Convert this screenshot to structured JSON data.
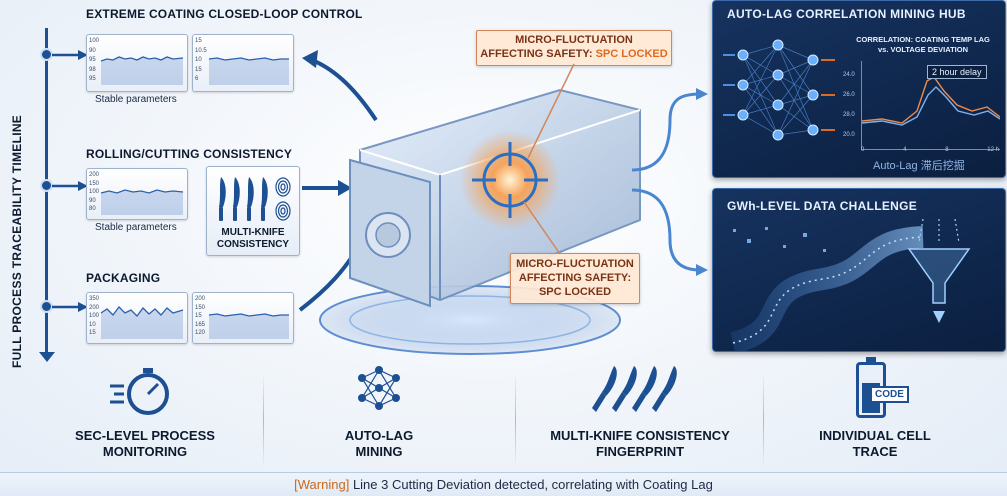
{
  "timeline": {
    "label": "FULL PROCESS TRACEABILITY TIMELINE"
  },
  "stages": {
    "coating": {
      "title": "EXTREME COATING CLOSED-LOOP CONTROL",
      "caption": "Stable parameters",
      "chart1_ticks": [
        "100",
        "90",
        "95",
        "98",
        "95"
      ],
      "chart2_ticks": [
        "15",
        "10.5",
        "10",
        "15",
        "6"
      ]
    },
    "rolling": {
      "title": "ROLLING/CUTTING CONSISTENCY",
      "caption": "Stable parameters",
      "chart_ticks": [
        "200",
        "150",
        "100",
        "90",
        "80"
      ],
      "knife_label": "MULTI-KNIFE CONSISTENCY"
    },
    "packaging": {
      "title": "PACKAGING",
      "chart1_ticks": [
        "350",
        "200",
        "100",
        "10",
        "15"
      ],
      "chart2_ticks": [
        "200",
        "150",
        "15",
        "165",
        "120"
      ]
    }
  },
  "callouts": {
    "top_line1": "MICRO-FLUCTUATION",
    "top_line2": "AFFECTING SAFETY:",
    "top_highlight": "SPC LOCKED",
    "bottom_line1": "MICRO-FLUCTUATION",
    "bottom_line2": "AFFECTING SAFETY:",
    "bottom_line3": "SPC LOCKED"
  },
  "panels": {
    "autolag": {
      "title": "AUTO-LAG CORRELATION MINING HUB",
      "chart_title1": "CORRELATION: COATING TEMP LAG",
      "chart_title2": "vs. VOLTAGE DEVIATION",
      "delay_label": "2 hour delay",
      "y_ticks": [
        "24.0",
        "26.0",
        "28.0",
        "20.0"
      ],
      "x_ticks": [
        "0",
        "4",
        "8",
        "12 h"
      ],
      "footer": "Auto-Lag 滞后挖掘"
    },
    "gwh": {
      "title": "GWh-LEVEL DATA CHALLENGE"
    }
  },
  "features": [
    {
      "line1": "SEC-LEVEL PROCESS",
      "line2": "MONITORING",
      "icon": "stopwatch-icon"
    },
    {
      "line1": "AUTO-LAG",
      "line2": "MINING",
      "icon": "neural-network-icon"
    },
    {
      "line1": "MULTI-KNIFE CONSISTENCY",
      "line2": "FINGERPRINT",
      "icon": "knives-icon"
    },
    {
      "line1": "INDIVIDUAL CELL",
      "line2": "TRACE",
      "icon": "battery-code-icon",
      "code": "CODE"
    }
  ],
  "status_bar": {
    "tag": "[Warning]",
    "message": "Line 3 Cutting Deviation detected, correlating with Coating Lag"
  },
  "colors": {
    "navy": "#1d4f93",
    "warning": "#c8691e",
    "accent": "#e06a20",
    "panel": "#0b1f40"
  }
}
